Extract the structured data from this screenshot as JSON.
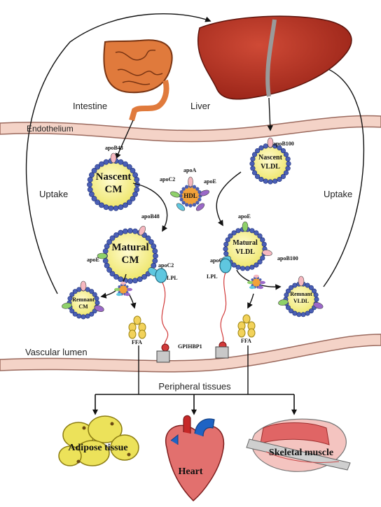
{
  "labels": {
    "intestine": "Intestine",
    "liver": "Liver",
    "endothelium": "Endothelium",
    "uptake_left": "Uptake",
    "uptake_right": "Uptake",
    "vascular_lumen": "Vascular lumen",
    "peripheral_tissues": "Peripheral tissues",
    "gpihbp1": "GPIHBP1"
  },
  "particles": {
    "nascent_cm": [
      "Nascent",
      "CM"
    ],
    "matural_cm": [
      "Matural",
      "CM"
    ],
    "remnant_cm": [
      "Remnant",
      "CM"
    ],
    "nascent_vldl": [
      "Nascent",
      "VLDL"
    ],
    "matural_vldl": [
      "Matural",
      "VLDL"
    ],
    "remnant_vldl": [
      "Remnant",
      "VLDL"
    ],
    "hdl": "HDL"
  },
  "apo": {
    "apob48_top": "apoB48",
    "apob48_mid": "apoB48",
    "apoc2_hdl": "apoC2",
    "apoa_hdl": "apoA",
    "apoe_hdl": "apoE",
    "apoe_cm": "apoE",
    "apoc2_cm": "apoC2",
    "apob100_top": "apoB100",
    "apoe_vldl": "apoE",
    "apob100_vldl": "apoB100",
    "apoc2_vldl": "apoC2"
  },
  "enzymes": {
    "lpl_left": "LPL",
    "lpl_right": "LPL",
    "ffa_left": "FFA",
    "ffa_right": "FFA"
  },
  "tissues": {
    "adipose": "Adipose tissue",
    "heart": "Heart",
    "muscle": "Skeletal muscle"
  },
  "colors": {
    "membrane": "#f4d3c7",
    "membrane_edge": "#9b6a5e",
    "particle_fill": "#f2ee7e",
    "bead": "#4a5fb5",
    "liver": "#b83224",
    "intestine": "#e07a3c"
  }
}
